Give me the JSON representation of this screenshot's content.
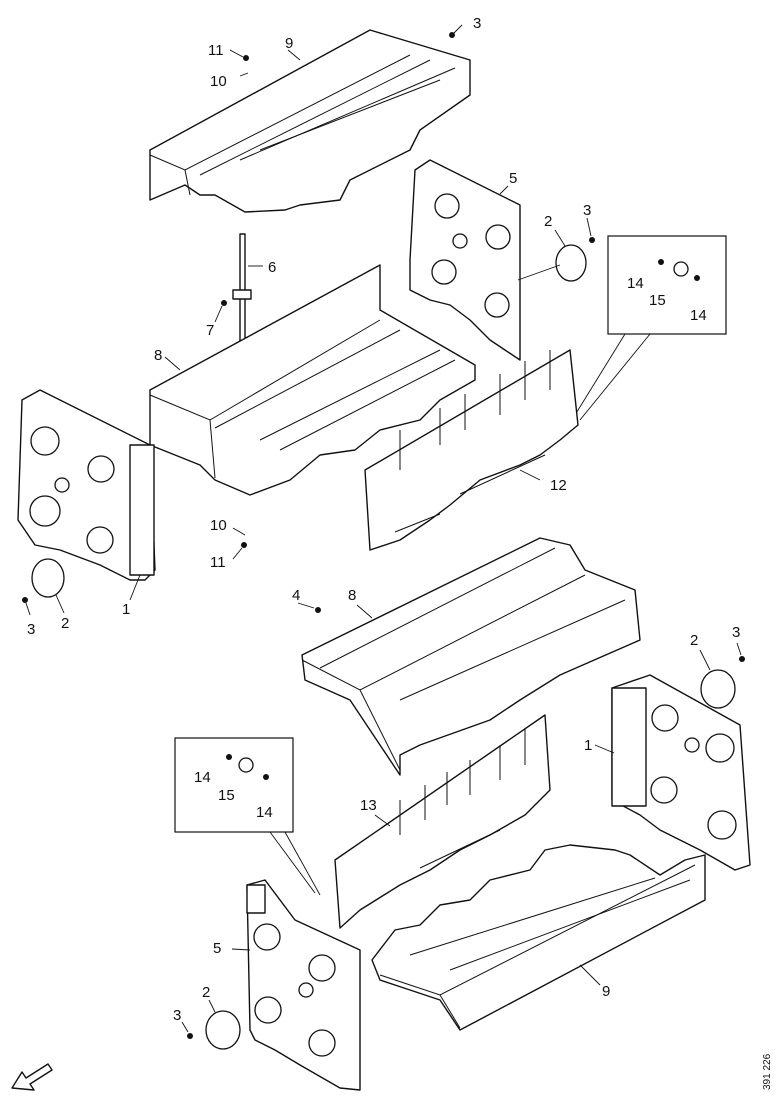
{
  "callouts": {
    "c11a": "11",
    "c9a": "9",
    "c3a": "3",
    "c10a": "10",
    "c5a": "5",
    "c2a": "2",
    "c3b": "3",
    "c6": "6",
    "c14a": "14",
    "c15a": "15",
    "c14b": "14",
    "c7": "7",
    "c8a": "8",
    "c12": "12",
    "c10b": "10",
    "c11b": "11",
    "c3c": "3",
    "c2b": "2",
    "c1a": "1",
    "c4": "4",
    "c8b": "8",
    "c2c": "2",
    "c3d": "3",
    "c1b": "1",
    "c14c": "14",
    "c15b": "15",
    "c14d": "14",
    "c13": "13",
    "c5b": "5",
    "c2d": "2",
    "c3e": "3",
    "c9b": "9"
  },
  "reference_number": "391 226",
  "icons": {
    "direction_arrow": "front-direction-arrow-icon"
  }
}
